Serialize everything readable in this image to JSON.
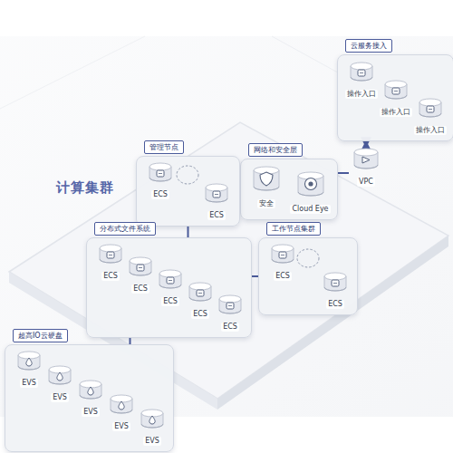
{
  "diagram": {
    "nodes": [
      {
        "text": [
          "云服务接入"
        ]
      },
      {
        "text": [
          "操作入口"
        ],
        "in": 0
      },
      {
        "text": [
          "操作入口"
        ],
        "in": 0
      },
      {
        "text": [
          "操作入口"
        ],
        "in": 0
      },
      {
        "text": [
          "VPC"
        ]
      },
      {
        "text": [
          "网络和安全层"
        ]
      },
      {
        "text": [
          "安全"
        ],
        "in": 5
      },
      {
        "text": [
          "Cloud Eye"
        ],
        "in": 5
      },
      {
        "text": [
          "管理节点"
        ]
      },
      {
        "text": [
          "ECS"
        ],
        "in": 8
      },
      {
        "text": [
          "ECS"
        ],
        "in": 8
      },
      {
        "text": [
          "分布式文件系统"
        ]
      },
      {
        "text": [
          "ECS"
        ],
        "in": 11
      },
      {
        "text": [
          "ECS"
        ],
        "in": 11
      },
      {
        "text": [
          "ECS"
        ],
        "in": 11
      },
      {
        "text": [
          "ECS"
        ],
        "in": 11
      },
      {
        "text": [
          "ECS"
        ],
        "in": 11
      },
      {
        "text": [
          "工作节点集群"
        ]
      },
      {
        "text": [
          "ECS"
        ],
        "in": 17
      },
      {
        "text": [
          "ECS"
        ],
        "in": 17
      },
      {
        "text": [
          "超高IO云硬盘"
        ]
      },
      {
        "text": [
          "EVS"
        ],
        "in": 20
      },
      {
        "text": [
          "EVS"
        ],
        "in": 20
      },
      {
        "text": [
          "EVS"
        ],
        "in": 20
      },
      {
        "text": [
          "EVS"
        ],
        "in": 20
      },
      {
        "text": [
          "EVS"
        ],
        "in": 20
      }
    ],
    "edges": [
      {
        "from": 4,
        "to": 0,
        "arrow": "both"
      },
      {
        "from": 5,
        "to": 4,
        "arrow": "none"
      },
      {
        "from": 8,
        "to": 11,
        "arrow": "none"
      },
      {
        "from": 11,
        "to": 17,
        "arrow": "none"
      },
      {
        "from": 11,
        "to": 20,
        "arrow": "none"
      }
    ],
    "labels": [
      "计算集群"
    ]
  }
}
